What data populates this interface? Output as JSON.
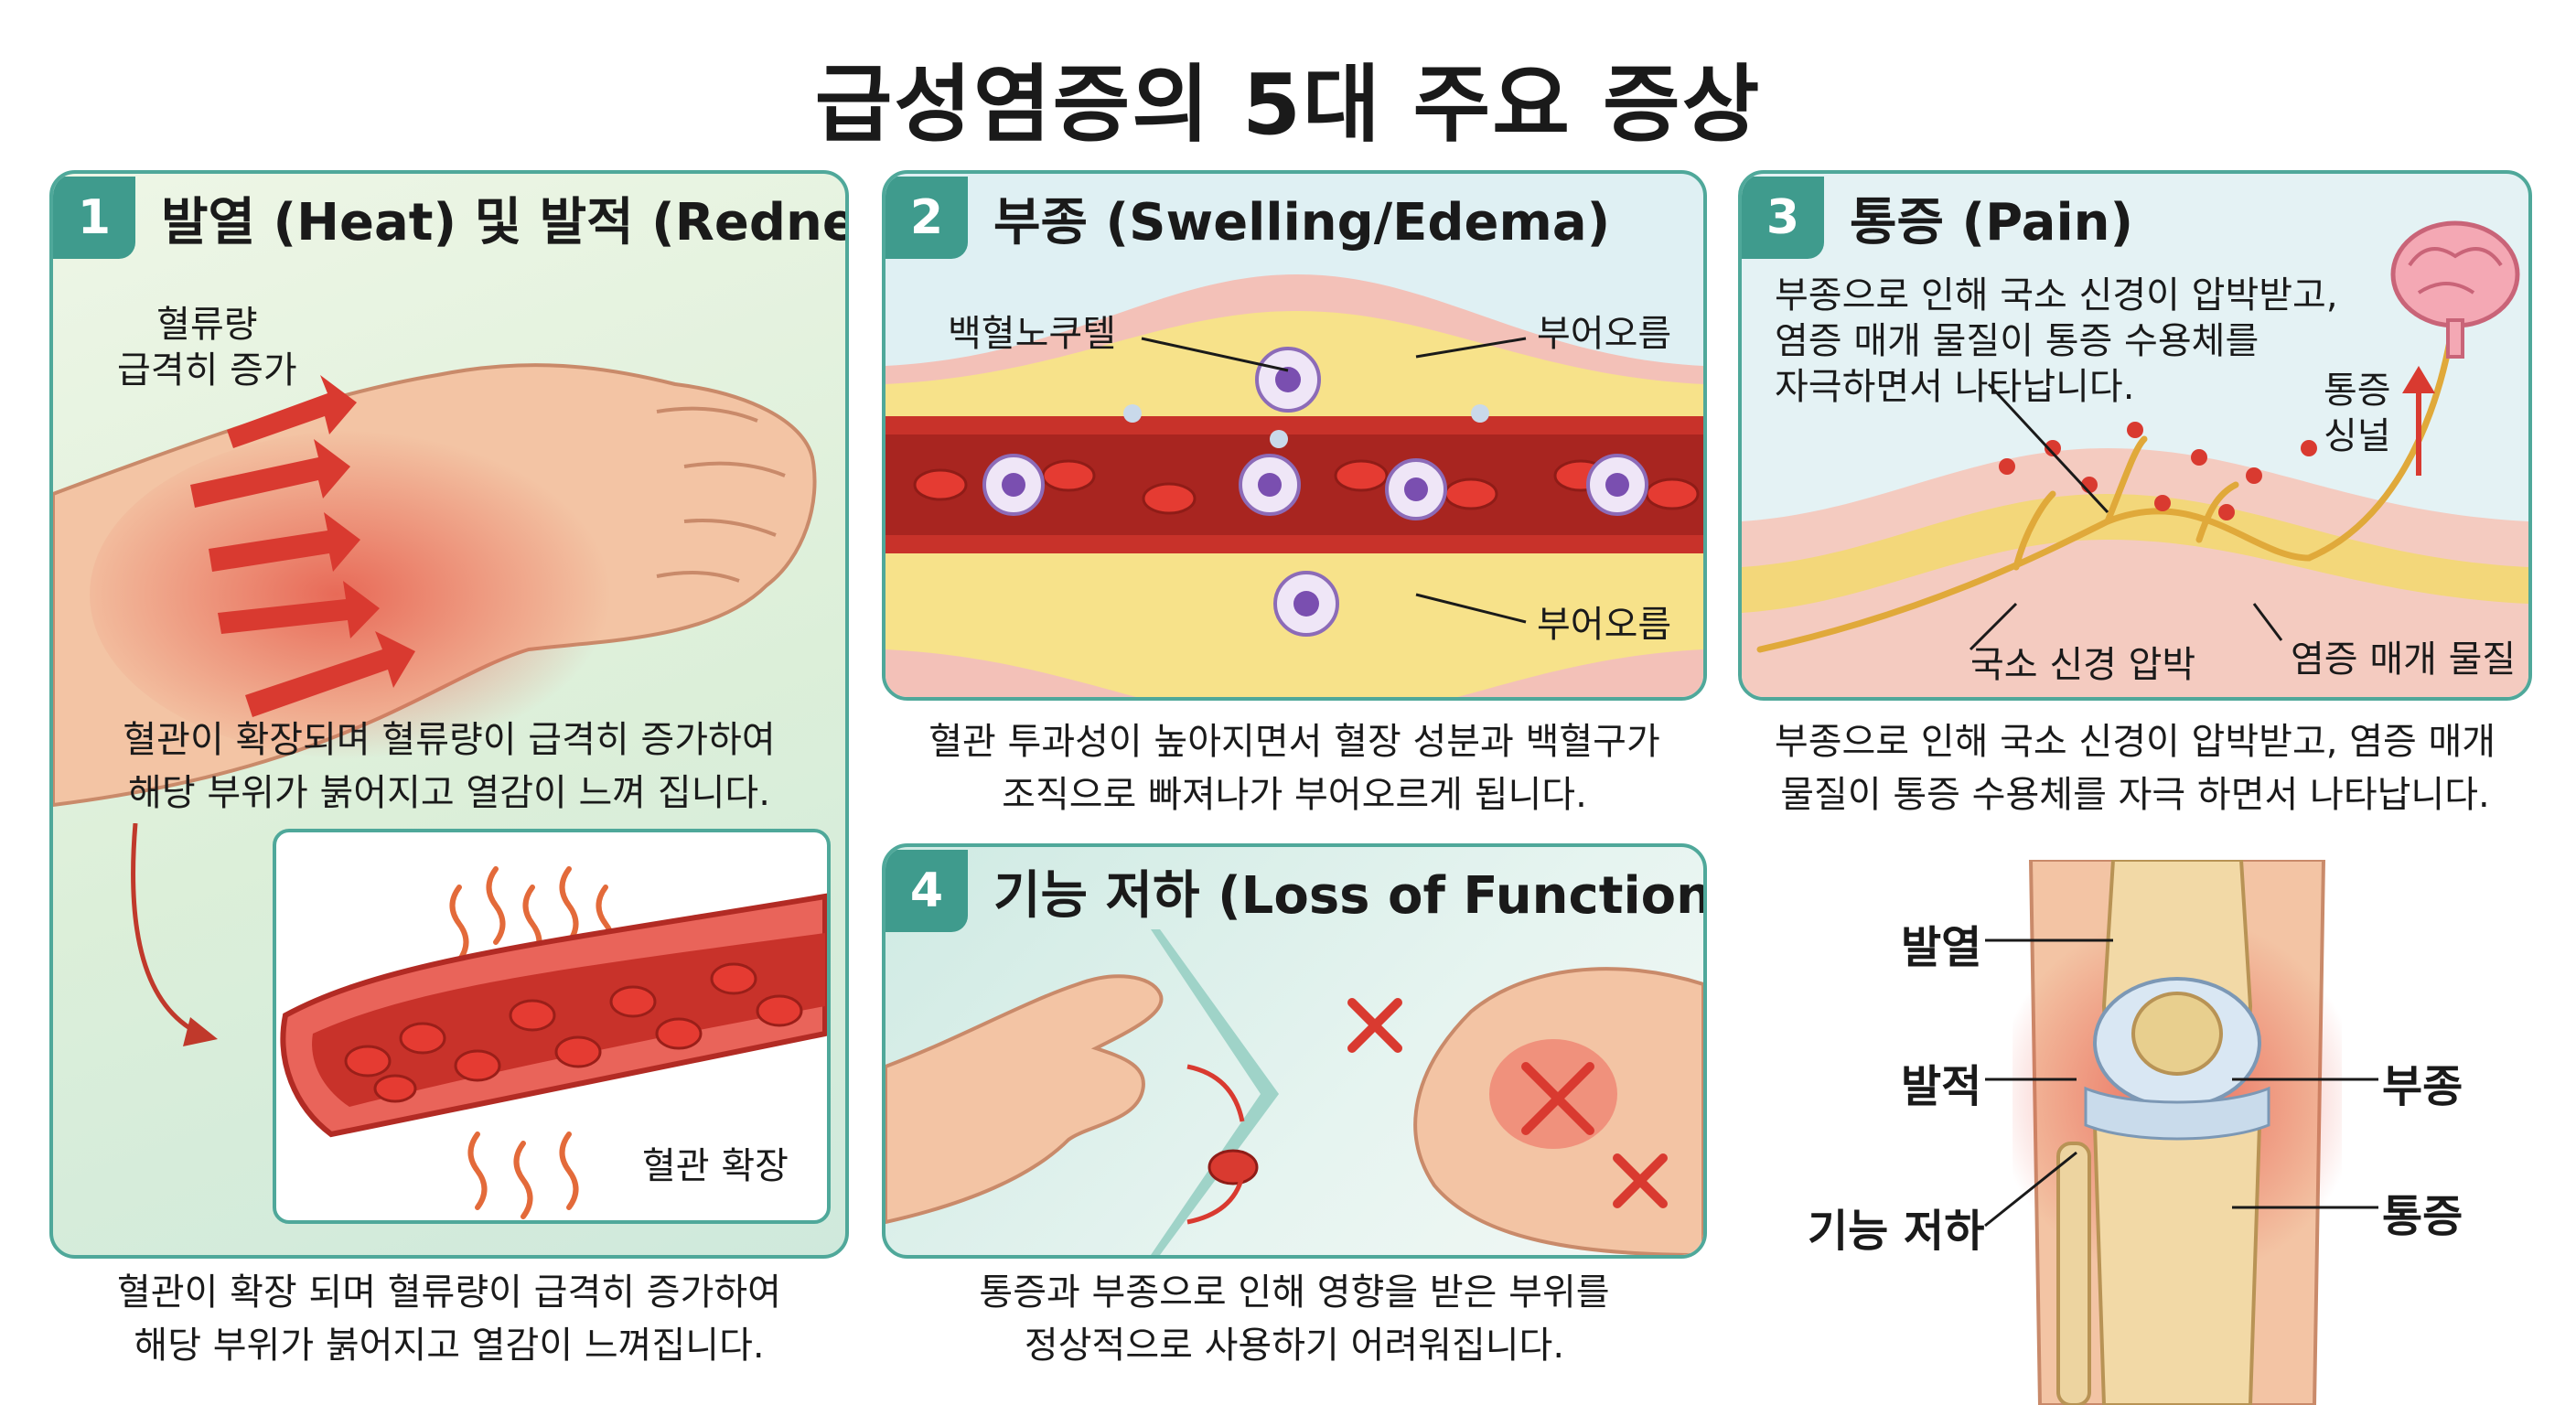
{
  "title": "급성염증의 5대 주요 증상",
  "panels": {
    "heat": {
      "number": "1",
      "title": "발열 (Heat) 및 발적 (Redness)",
      "label_blood_flow_line1": "혈류량",
      "label_blood_flow_line2": "급격히 증가",
      "inner_caption_line1": "혈관이 확장되며 혈류량이 급격히 증가하여",
      "inner_caption_line2": "해당 부위가 붉어지고 열감이 느껴 집니다.",
      "vessel_label": "혈관 확장"
    },
    "swelling": {
      "number": "2",
      "title": "부종 (Swelling/Edema)",
      "label_leukocyte": "백혈노쿠텔",
      "label_swell_top": "부어오름",
      "label_swell_bottom": "부어오름"
    },
    "pain": {
      "number": "3",
      "title": "통증 (Pain)",
      "inner_text_line1": "부종으로 인해 국소 신경이 압박받고,",
      "inner_text_line2": "염증 매개 물질이 통증 수용체를",
      "inner_text_line3": "자극하면서 나타납니다.",
      "label_signal_line1": "통증",
      "label_signal_line2": "싱널",
      "label_nerve": "국소 신경 압박",
      "label_mediator": "염증 매개 물질"
    },
    "function": {
      "number": "4",
      "title": "기능 저하 (Loss of Function)"
    }
  },
  "captions": {
    "heat_line1": "혈관이 확장 되며 혈류량이 급격히 증가하여",
    "heat_line2": "해당 부위가 붉어지고 열감이 느껴집니다.",
    "swelling_line1": "혈관 투과성이 높아지면서 혈장 성분과 백혈구가",
    "swelling_line2": "조직으로 빠져나가 부어오르게 됩니다.",
    "pain_line1": "부종으로 인해 국소 신경이 압박받고, 염증 매개",
    "pain_line2": "물질이 통증 수용체를 자극 하면서 나타납니다.",
    "function_line1": "통증과 부종으로 인해 영향을 받은 부위를",
    "function_line2": "정상적으로 사용하기 어려워집니다."
  },
  "knee": {
    "heat": "발열",
    "redness": "발적",
    "loss_of_function": "기능 저하",
    "swelling": "부종",
    "pain": "통증"
  },
  "icons": [
    "arrow-icon",
    "heat-wave-icon",
    "cross-mark-icon",
    "brain-icon",
    "chevron-right-icon"
  ],
  "colors": {
    "accent": "#3f9b8d",
    "panel_border": "#4fa89a",
    "inflammation_red": "#d93a30",
    "nerve_yellow": "#e8b84a"
  }
}
